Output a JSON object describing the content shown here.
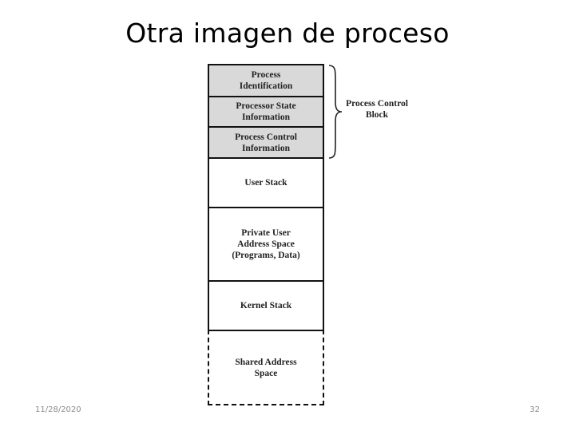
{
  "slide": {
    "title": "Otra imagen de proceso",
    "date": "11/28/2020",
    "page_number": "32"
  },
  "diagram": {
    "blocks": [
      {
        "label": "Process\nIdentification",
        "shaded": true,
        "style": "solid"
      },
      {
        "label": "Processor State\nInformation",
        "shaded": true,
        "style": "solid"
      },
      {
        "label": "Process Control\nInformation",
        "shaded": true,
        "style": "solid"
      },
      {
        "label": "User Stack",
        "shaded": false,
        "style": "solid"
      },
      {
        "label": "Private User\nAddress Space\n(Programs, Data)",
        "shaded": false,
        "style": "solid"
      },
      {
        "label": "Kernel Stack",
        "shaded": false,
        "style": "solid"
      },
      {
        "label": "Shared Address\nSpace",
        "shaded": false,
        "style": "dashed"
      }
    ],
    "brace_label": "Process Control\nBlock",
    "shade_color": "#d9d9d9"
  }
}
